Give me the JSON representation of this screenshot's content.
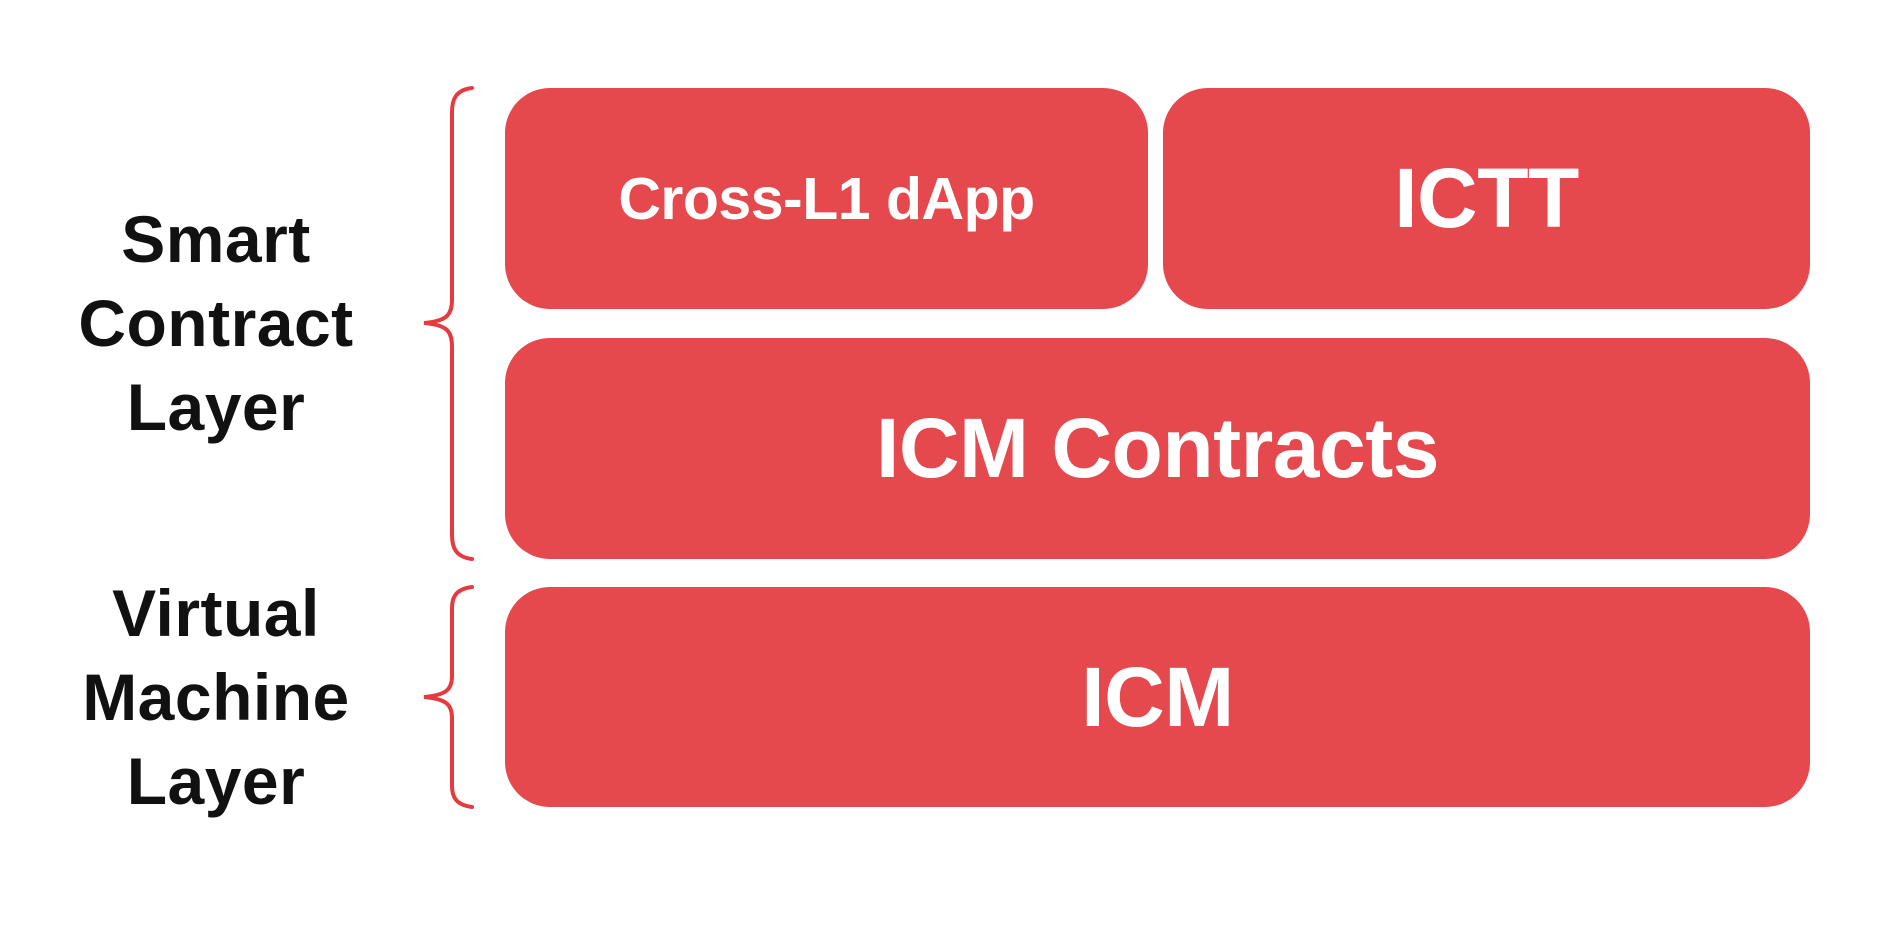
{
  "colors": {
    "box-fill": "#e5484d",
    "brace-stroke": "#e63a3e",
    "box-text": "#ffffff",
    "label-text": "#111111",
    "background": "#ffffff"
  },
  "labels": {
    "smart_contract_layer": {
      "lines": [
        "Smart",
        "Contract",
        "Layer"
      ]
    },
    "virtual_machine_layer": {
      "lines": [
        "Virtual",
        "Machine",
        "Layer"
      ]
    }
  },
  "boxes": {
    "cross_l1_dapp": {
      "label": "Cross-L1 dApp"
    },
    "ictt": {
      "label": "ICTT"
    },
    "icm_contracts": {
      "label": "ICM Contracts"
    },
    "icm": {
      "label": "ICM"
    }
  }
}
